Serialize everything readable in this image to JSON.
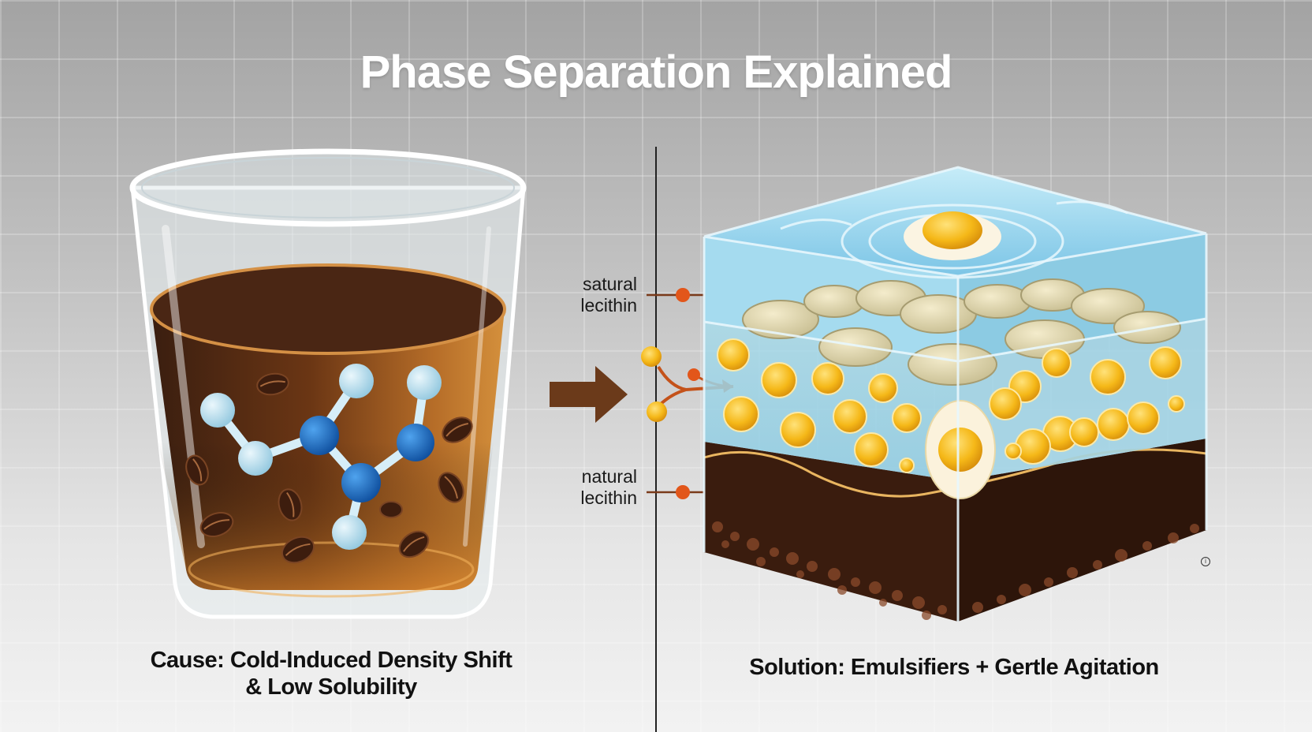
{
  "title": "Phase Separation Explained",
  "left_panel": {
    "caption_line1": "Cause: Cold-Induced Density Shift",
    "caption_line2": "& Low Solubility",
    "glass_icon": "glass-of-cold-brew-icon",
    "molecule_icon": "molecule-icon",
    "bean_icon": "coffee-bean-icon"
  },
  "right_panel": {
    "caption": "Solution: Emulsifiers + Gertle Agitation",
    "label_top_line1": "satural",
    "label_top_line2": "lecithin",
    "label_bottom_line1": "natural",
    "label_bottom_line2": "lecithin",
    "layers_icon": "emulsion-layers-cube-icon"
  },
  "colors": {
    "coffee_dark": "#3b1f12",
    "coffee_amber": "#c47a2c",
    "molecule_dark": "#1a6fc8",
    "molecule_light": "#b8def0",
    "droplet": "#f5b818",
    "water": "#8fd0ec",
    "arrow_brown": "#6b3a1a",
    "pointer_orange": "#e2561a"
  }
}
